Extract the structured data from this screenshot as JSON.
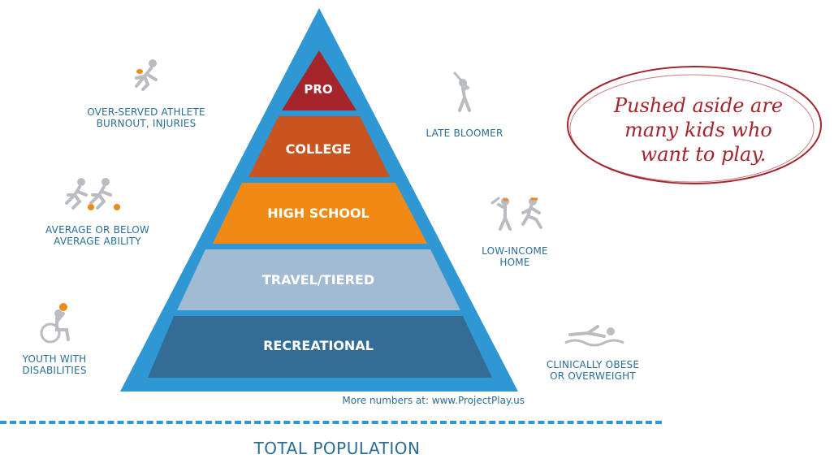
{
  "pyramid": {
    "tiers": [
      "PRO",
      "COLLEGE",
      "HIGH SCHOOL",
      "TRAVEL/TIERED",
      "RECREATIONAL"
    ],
    "colors": {
      "frame": "#2f98d4",
      "pro": "#a6252b",
      "college": "#c9541f",
      "high_school": "#f08a14",
      "travel": "#a0bbd2",
      "recreational": "#336d95"
    }
  },
  "left_groups": [
    {
      "line1": "OVER-SERVED ATHLETE",
      "line2": "BURNOUT, INJURIES",
      "icon": "football-runner-icon"
    },
    {
      "line1": "AVERAGE OR BELOW",
      "line2": "AVERAGE ABILITY",
      "icon": "soccer-players-icon"
    },
    {
      "line1": "YOUTH WITH",
      "line2": "DISABILITIES",
      "icon": "wheelchair-basketball-icon"
    }
  ],
  "right_groups": [
    {
      "line1": "LATE BLOOMER",
      "line2": "",
      "icon": "batter-icon"
    },
    {
      "line1": "LOW-INCOME",
      "line2": "HOME",
      "icon": "baseball-players-icon"
    },
    {
      "line1": "CLINICALLY OBESE",
      "line2": "OR OVERWEIGHT",
      "icon": "swimmer-icon"
    }
  ],
  "callout": {
    "line1": "Pushed aside are",
    "line2": "many kids who",
    "line3": "want to play."
  },
  "footer_link": "More numbers at: www.ProjectPlay.us",
  "total_population": "TOTAL POPULATION"
}
